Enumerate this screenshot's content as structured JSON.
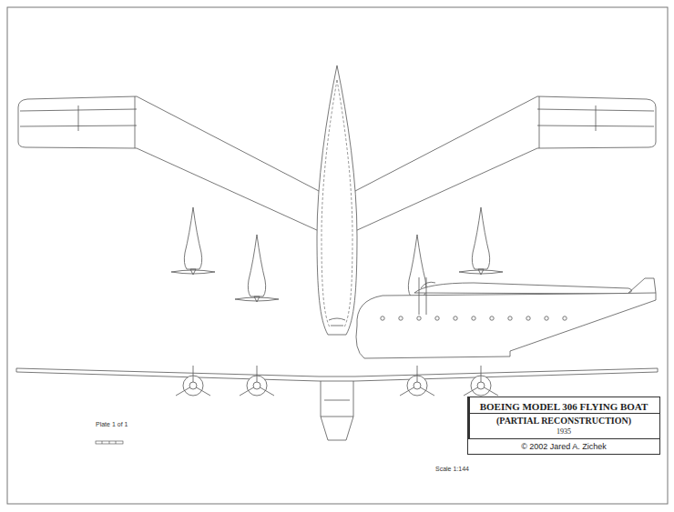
{
  "diagram": {
    "nodes": [
      {
        "text": [
          "BOEING MODEL 306 FLYING BOAT",
          "(PARTIAL RECONSTRUCTION)",
          "1935"
        ]
      },
      {
        "text": [
          "© 2002 Jared A. Zichek"
        ],
        "in": 0
      }
    ],
    "labels": [
      "Plate 1 of 1",
      "Scale 1:144"
    ]
  }
}
